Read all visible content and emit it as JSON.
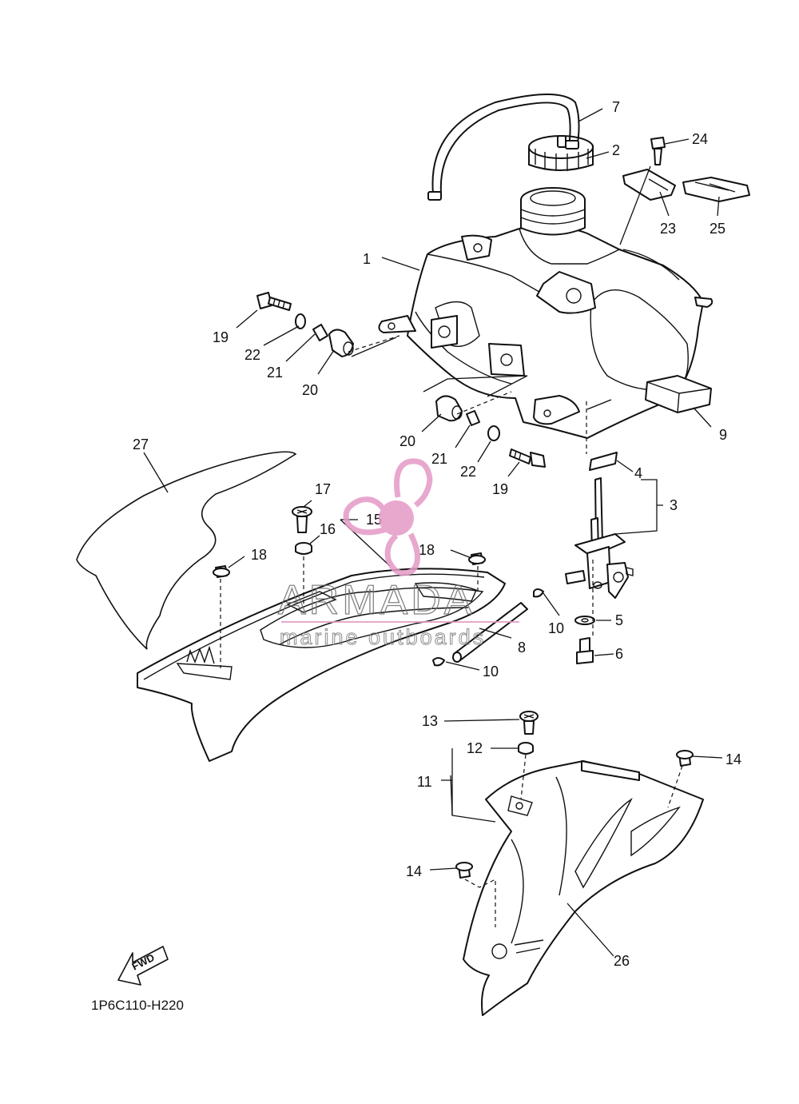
{
  "diagram_code": "1P6C110-H220",
  "fwd_label": "FWD",
  "watermark": {
    "name": "ARMADA",
    "tagline": "marine outboards",
    "logo": "pink-propeller-logo",
    "logo_color": "#e59ac6",
    "line_color": "#e59ac6"
  },
  "callouts": [
    "1",
    "2",
    "3",
    "4",
    "5",
    "6",
    "7",
    "8",
    "9",
    "10",
    "10",
    "11",
    "12",
    "13",
    "14",
    "14",
    "15",
    "16",
    "17",
    "18",
    "18",
    "19",
    "19",
    "20",
    "20",
    "21",
    "21",
    "22",
    "22",
    "23",
    "24",
    "25",
    "26",
    "27"
  ]
}
